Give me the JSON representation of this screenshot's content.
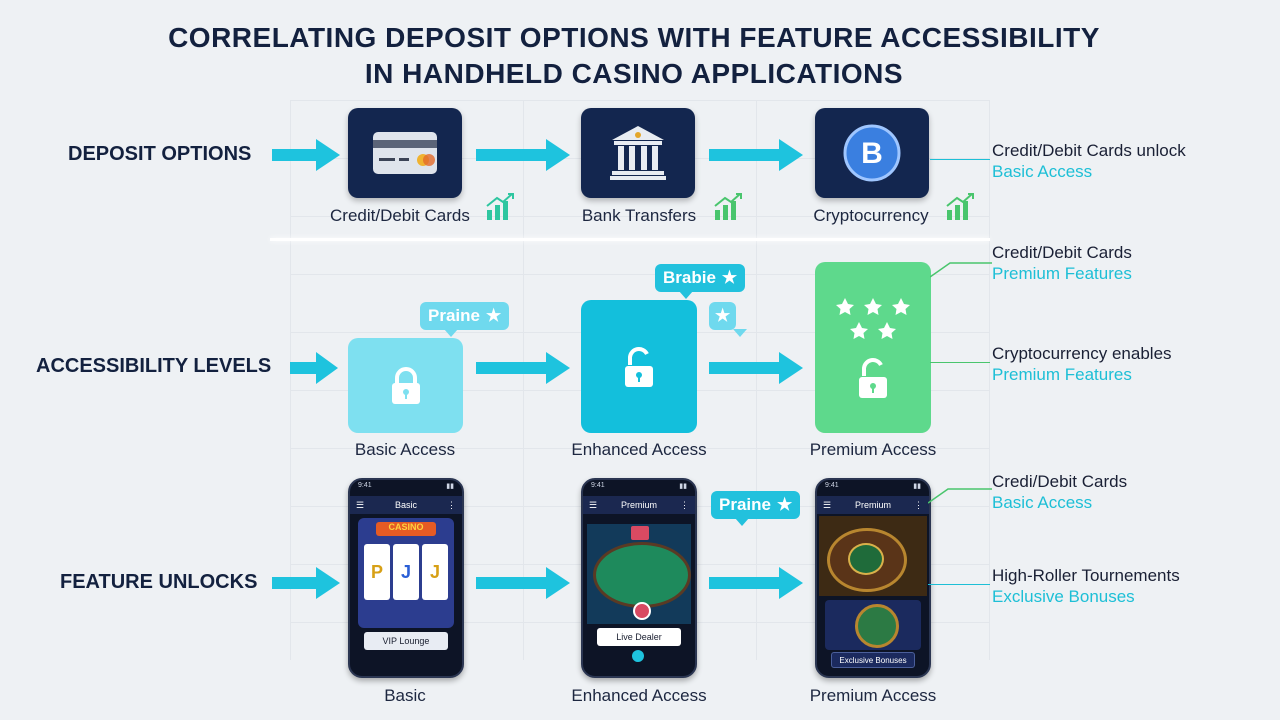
{
  "title": {
    "line1": "CORRELATING DEPOSIT OPTIONS WITH FEATURE ACCESSIBILITY",
    "line2": "IN HANDHELD CASINO APPLICATIONS"
  },
  "rows": {
    "deposit": "DEPOSIT OPTIONS",
    "access": "ACCESSIBILITY LEVELS",
    "features": "FEATURE UNLOCKS"
  },
  "deposit_items": [
    "Credit/Debit Cards",
    "Bank Transfers",
    "Cryptocurrency"
  ],
  "access_items": [
    "Basic Access",
    "Enhanced Access",
    "Premium Access"
  ],
  "feature_items": [
    "Basic",
    "Enhanced Access",
    "Premium Access"
  ],
  "bubbles": {
    "b1": "Praine",
    "b2": "Brabie",
    "b3": "Praine"
  },
  "crypto_symbol": "B",
  "phones": {
    "basic": {
      "header": "Basic",
      "pill": "VIP Lounge",
      "status": "9:41",
      "game": "CASINO"
    },
    "enhanced": {
      "header": "Premium",
      "pill": "Live Dealer",
      "status": "9:41"
    },
    "premium": {
      "header": "Premium",
      "pill": "Exclusive Bonuses",
      "status": "9:41"
    }
  },
  "notes": [
    {
      "a": "Credit/Debit Cards unlock",
      "b": "Basic Access"
    },
    {
      "a": "Credit/Debit Cards",
      "b": "Premium Features"
    },
    {
      "a": "Cryptocurrency enables",
      "b": "Premium Features"
    },
    {
      "a": "Credi/Debit Cards",
      "b": "Basic Access"
    },
    {
      "a": "High-Roller Tournements",
      "b": "Exclusive Bonuses"
    }
  ],
  "colors": {
    "accent": "#1dbfd6",
    "navy": "#13264f",
    "green": "#5ed98c",
    "lightcyan": "#7ee0f0",
    "cyan": "#1ec3de"
  }
}
